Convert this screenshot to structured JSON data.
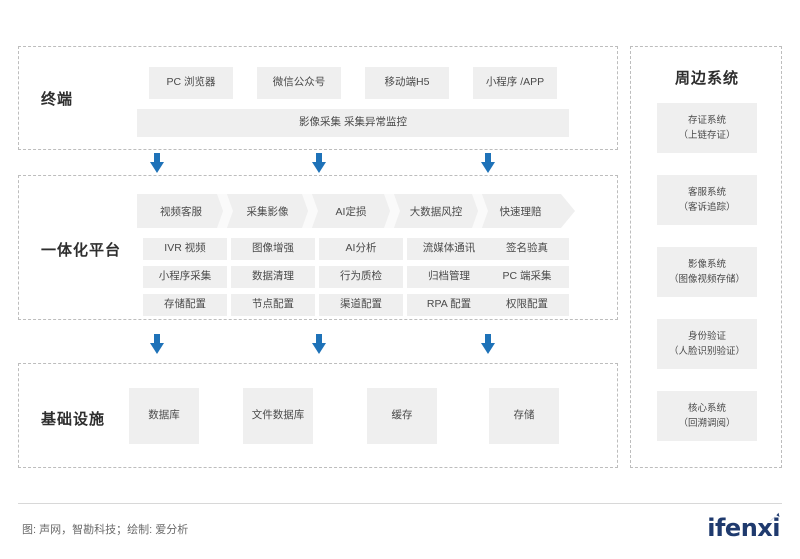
{
  "diagram": {
    "terminal": {
      "label": "终端",
      "tiles": [
        "PC 浏览器",
        "微信公众号",
        "移动端H5",
        "小程序 /APP"
      ],
      "wide_tile": "影像采集  采集异常监控"
    },
    "platform": {
      "label": "一体化平台",
      "chevron": [
        "视频客服",
        "采集影像",
        "AI定损",
        "大数据风控",
        "快速理赔"
      ],
      "rows": [
        [
          "IVR 视频",
          "图像增强",
          "AI分析",
          "流媒体通讯",
          "签名验真"
        ],
        [
          "小程序采集",
          "数据清理",
          "行为质检",
          "归档管理",
          "PC 端采集"
        ],
        [
          "存储配置",
          "节点配置",
          "渠道配置",
          "RPA 配置",
          "权限配置"
        ]
      ]
    },
    "infrastructure": {
      "label": "基础设施",
      "tiles": [
        "数据库",
        "文件数据库",
        "缓存",
        "存储"
      ]
    },
    "peripheral": {
      "title": "周边系统",
      "tiles": [
        {
          "line1": "存证系统",
          "line2": "（上链存证）"
        },
        {
          "line1": "客服系统",
          "line2": "（客诉追踪）"
        },
        {
          "line1": "影像系统",
          "line2": "（图像视频存储）"
        },
        {
          "line1": "身份验证",
          "line2": "（人脸识别验证）"
        },
        {
          "line1": "核心系统",
          "line2": "（回溯调阅）"
        }
      ]
    }
  },
  "footer": {
    "credit": "图: 声网，智勘科技；绘制: 爱分析",
    "brand": "ifenxi"
  },
  "colors": {
    "tile_bg": "#efefef",
    "arrow": "#1e72b8",
    "panel_border": "#bdbdbd",
    "brand": "#1f3a6e"
  }
}
